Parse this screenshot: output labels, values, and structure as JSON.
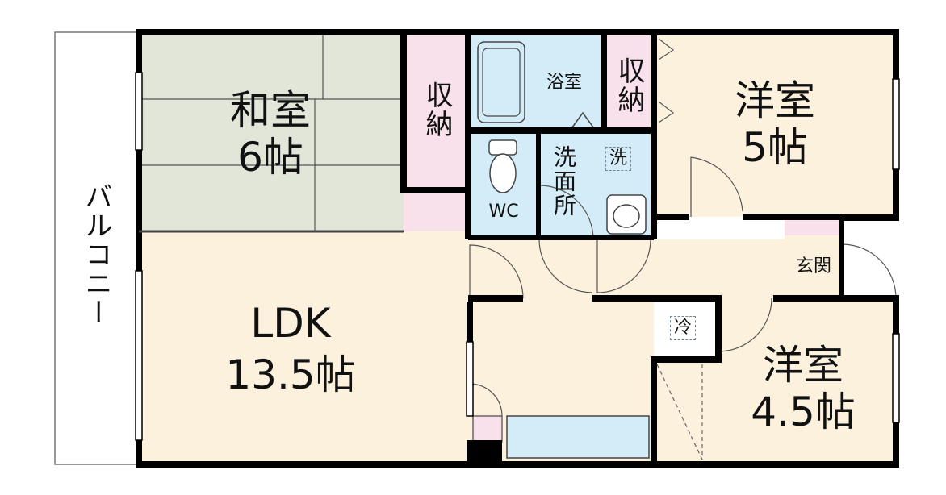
{
  "rooms": {
    "washitsu": {
      "name": "和室",
      "size": "6帖"
    },
    "ldk": {
      "name": "LDK",
      "size": "13.5帖"
    },
    "yoshitsu1": {
      "name": "洋室",
      "size": "5帖"
    },
    "yoshitsu2": {
      "name": "洋室",
      "size": "4.5帖"
    },
    "balcony": "バルコニー",
    "storage1": "収納",
    "storage2": "収納",
    "bath": "浴室",
    "wc": "WC",
    "washroom": "洗面所",
    "washer": "洗",
    "entrance": "玄関",
    "fridge": "冷"
  },
  "colors": {
    "wall": "#000000",
    "washitsu": "#e1e6d9",
    "wood_floor": "#fcf1dc",
    "storage": "#f8e1ea",
    "water": "#d3ecf8",
    "balcony": "#ffffff"
  }
}
